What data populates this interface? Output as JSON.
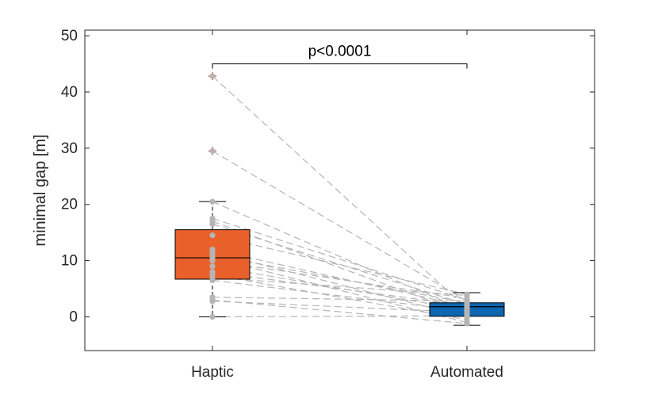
{
  "chart_data": {
    "type": "box",
    "title": "",
    "xlabel": "",
    "ylabel": "minimal gap [m]",
    "ylim": [
      -6,
      51
    ],
    "yticks": [
      0,
      10,
      20,
      30,
      40,
      50
    ],
    "ytick_labels": [
      "0",
      "10",
      "20",
      "30",
      "40",
      "50"
    ],
    "categories": [
      "Haptic",
      "Automated"
    ],
    "grid": false,
    "boxes": [
      {
        "name": "Haptic",
        "color": "#E9602A",
        "q1": 6.7,
        "median": 10.5,
        "q3": 15.5,
        "whisker_low": 0.0,
        "whisker_high": 20.5,
        "outliers": [
          42.8,
          29.5
        ]
      },
      {
        "name": "Automated",
        "color": "#0F66B0",
        "q1": 0.1,
        "median": 1.8,
        "q3": 2.5,
        "whisker_low": -1.5,
        "whisker_high": 4.3,
        "outliers": []
      }
    ],
    "pairs": [
      [
        42.8,
        1.5
      ],
      [
        29.5,
        2.8
      ],
      [
        20.5,
        1.0
      ],
      [
        17.5,
        3.0
      ],
      [
        17.0,
        0.5
      ],
      [
        16.5,
        2.2
      ],
      [
        14.5,
        4.0
      ],
      [
        12.0,
        1.8
      ],
      [
        11.5,
        0.0
      ],
      [
        11.0,
        2.5
      ],
      [
        10.5,
        -1.0
      ],
      [
        10.0,
        3.3
      ],
      [
        9.0,
        1.2
      ],
      [
        8.0,
        2.0
      ],
      [
        7.5,
        -0.5
      ],
      [
        7.0,
        3.8
      ],
      [
        6.5,
        1.0
      ],
      [
        3.5,
        2.8
      ],
      [
        3.0,
        -1.2
      ],
      [
        2.8,
        0.8
      ],
      [
        0.0,
        0.2
      ]
    ],
    "annotations": [
      {
        "text": "p<0.0001",
        "between": [
          "Haptic",
          "Automated"
        ],
        "y": 45
      }
    ]
  }
}
